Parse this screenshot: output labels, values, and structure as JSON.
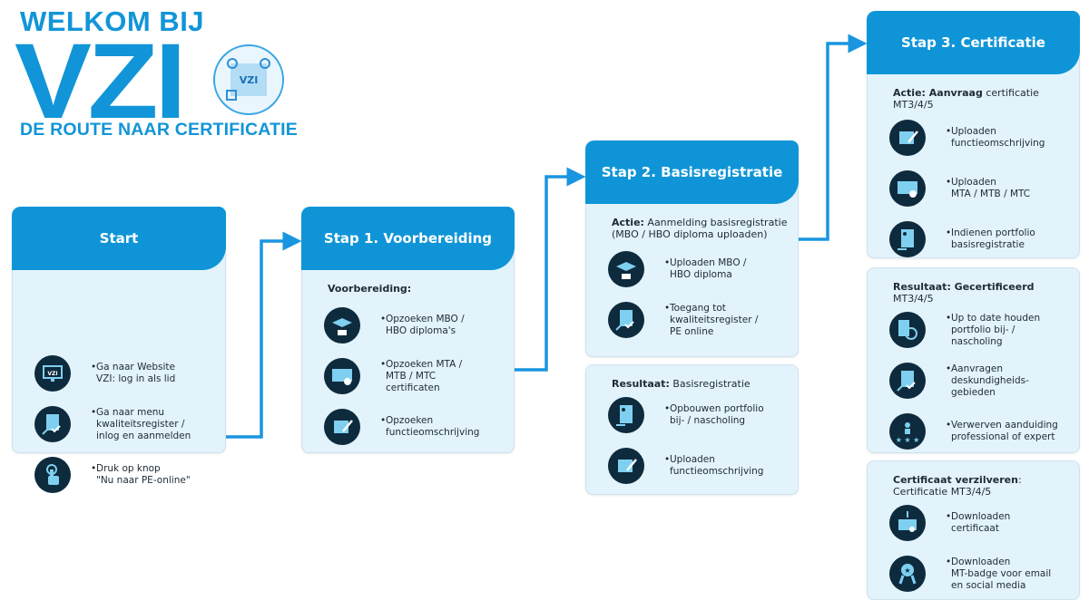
{
  "logo": {
    "welcome": "WELKOM BIJ",
    "brand": "VZI",
    "tagline": "DE ROUTE NAAR CERTIFICATIE",
    "qr_label": "VZI"
  },
  "colors": {
    "header": "#0f95d7",
    "box": "#e2f3fb",
    "icon_bg": "#0e2a3d",
    "icon_fg": "#7fd0f0",
    "arrow": "#1a95e0"
  },
  "boxes": [
    {
      "id": "start",
      "title": "Start",
      "sections": [
        {
          "items": [
            {
              "icon": "monitor",
              "text": "Ga naar Website\nVZI: log in als lid"
            },
            {
              "icon": "document-check",
              "text": "Ga naar menu\nkwaliteitsregister /\ninlog en aanmelden"
            },
            {
              "icon": "hand-pointer",
              "text": "Druk op knop\n\"Nu naar PE-online\""
            }
          ]
        }
      ]
    },
    {
      "id": "stap1",
      "title": "Stap 1. Voorbereiding",
      "sections": [
        {
          "label": "Voorbereiding:",
          "text": "",
          "items": [
            {
              "icon": "graduation",
              "text": "Opzoeken MBO /\nHBO diploma's"
            },
            {
              "icon": "certificate",
              "text": "Opzoeken MTA /\nMTB / MTC\ncertificaten"
            },
            {
              "icon": "document-edit",
              "text": "Opzoeken\nfunctieomschrijving"
            }
          ]
        }
      ]
    },
    {
      "id": "stap2",
      "title": "Stap 2. Basisregistratie",
      "sections": [
        {
          "label": "Actie:",
          "text": " Aanmelding basisregistratie\n(MBO / HBO diploma uploaden)",
          "items": [
            {
              "icon": "graduation",
              "text": "Uploaden MBO /\nHBO diploma"
            },
            {
              "icon": "document-check",
              "text": "Toegang tot\nkwaliteitsregister /\nPE online"
            }
          ]
        }
      ]
    },
    {
      "id": "stap2-result",
      "title": "",
      "sections": [
        {
          "label": "Resultaat:",
          "text": " Basisregistratie",
          "items": [
            {
              "icon": "portfolio",
              "text": "Opbouwen portfolio\nbij- / nascholing"
            },
            {
              "icon": "document-edit",
              "text": "Uploaden\nfunctieomschrijving"
            }
          ]
        }
      ]
    },
    {
      "id": "stap3",
      "title": "Stap 3. Certificatie",
      "sections": [
        {
          "label": "Actie: Aanvraag",
          "text": " certificatie\nMT3/4/5",
          "items": [
            {
              "icon": "document-edit",
              "text": "Uploaden\nfunctieomschrijving"
            },
            {
              "icon": "certificate",
              "text": "Uploaden\nMTA / MTB / MTC"
            },
            {
              "icon": "portfolio",
              "text": "Indienen portfolio\nbasisregistratie"
            }
          ]
        }
      ]
    },
    {
      "id": "stap3-result",
      "title": "",
      "sections": [
        {
          "label": "Resultaat: Gecertificeerd",
          "text": "\nMT3/4/5",
          "items": [
            {
              "icon": "portfolio-refresh",
              "text": "Up to date houden\nportfolio bij- /\nnascholing"
            },
            {
              "icon": "document-check",
              "text": "Aanvragen\ndeskundigheids-\ngebieden"
            },
            {
              "icon": "person-stars",
              "text": "Verwerven aanduiding\nprofessional of expert"
            }
          ]
        }
      ]
    },
    {
      "id": "certificaat",
      "title": "",
      "sections": [
        {
          "label": "Certificaat verzilveren",
          "text": ":\nCertificatie MT3/4/5",
          "items": [
            {
              "icon": "download-certificate",
              "text": "Downloaden\ncertificaat"
            },
            {
              "icon": "badge",
              "text": "Downloaden\nMT-badge voor email\nen social media"
            }
          ]
        }
      ]
    }
  ]
}
